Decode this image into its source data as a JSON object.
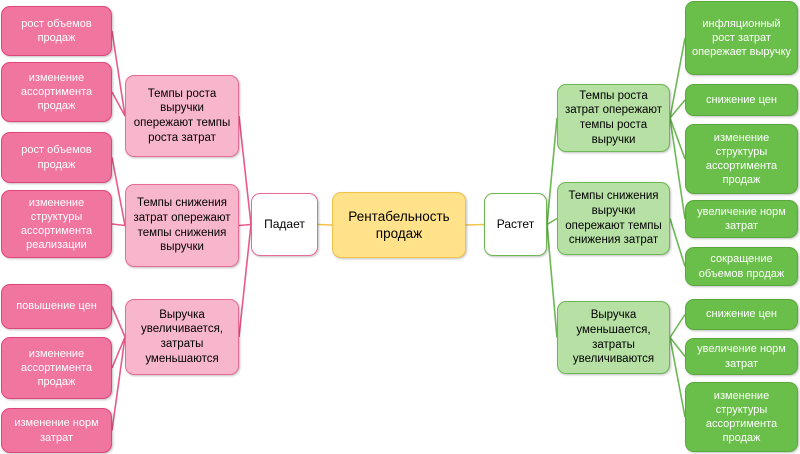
{
  "colors": {
    "left_branch": "#f0759f",
    "left_stroke": "#e85a8a",
    "right_branch": "#6abf4b",
    "right_stroke": "#6cb852",
    "center_fill": "#ffe28a"
  },
  "center": "Рентабельность продаж",
  "left": {
    "hub": "Падает",
    "groups": [
      {
        "label": "Темпы роста выручки опережают темпы роста затрат",
        "leaves": [
          "рост объемов продаж",
          "изменение ассортимента продаж"
        ]
      },
      {
        "label": "Темпы снижения затрат опережают темпы снижения выручки",
        "leaves": [
          "рост объемов продаж",
          "изменение структуры ассортимента реализации"
        ]
      },
      {
        "label": "Выручка увеличивается, затраты уменьшаются",
        "leaves": [
          "повышение цен",
          "изменение ассортимента продаж",
          "изменение норм затрат"
        ]
      }
    ]
  },
  "right": {
    "hub": "Растет",
    "groups": [
      {
        "label": "Темпы роста затрат опережают темпы роста выручки",
        "leaves": [
          "инфляционный рост затрат опережает выручку",
          "снижение цен",
          "изменение структуры ассортимента продаж",
          "увеличение норм затрат"
        ]
      },
      {
        "label": "Темпы снижения выручки опережают темпы снижения затрат",
        "leaves": [
          "сокращение объемов продаж"
        ]
      },
      {
        "label": "Выручка уменьшается, затраты увеличиваются",
        "leaves": [
          "снижение цен",
          "увеличение норм затрат",
          "изменение структуры ассортимента продаж"
        ]
      }
    ]
  }
}
